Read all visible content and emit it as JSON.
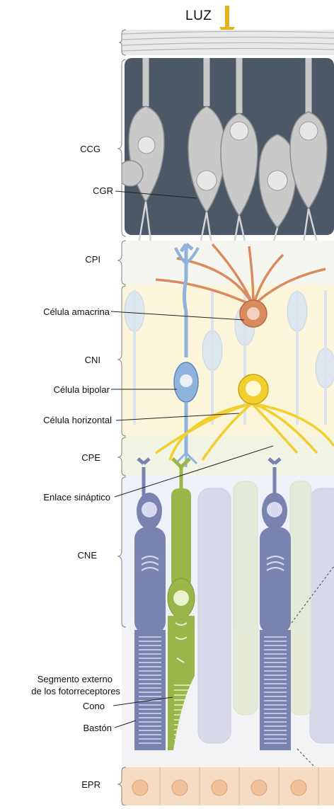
{
  "title": "LUZ",
  "layers": [
    {
      "id": "ccg",
      "label": "CCG"
    },
    {
      "id": "cpi",
      "label": "CPI"
    },
    {
      "id": "cni",
      "label": "CNI"
    },
    {
      "id": "cpe",
      "label": "CPE"
    },
    {
      "id": "cne",
      "label": "CNE"
    },
    {
      "id": "epr",
      "label": "EPR"
    }
  ],
  "cells": {
    "cgr": "CGR",
    "amacrina": "Célula amacrina",
    "bipolar": "Célula bipolar",
    "horizontal": "Célula horizontal",
    "enlace": "Enlace sináptico",
    "segmento_line1": "Segmento externo",
    "segmento_line2": "de los fotorreceptores",
    "cono": "Cono",
    "baston": "Bastón"
  },
  "colors": {
    "ganglion_layer": "#4d5866",
    "ganglion_cell": "#c9c9c9",
    "amacrine": "#d98b5f",
    "bipolar": "#8fb3dc",
    "horizontal": "#f0cf2e",
    "rod": "#7a82b0",
    "cone": "#9ab54a",
    "rpe": "#f6dcc2",
    "inner_nuclear_bg": "#fbf6da",
    "light_arrow": "#e3b31f"
  }
}
